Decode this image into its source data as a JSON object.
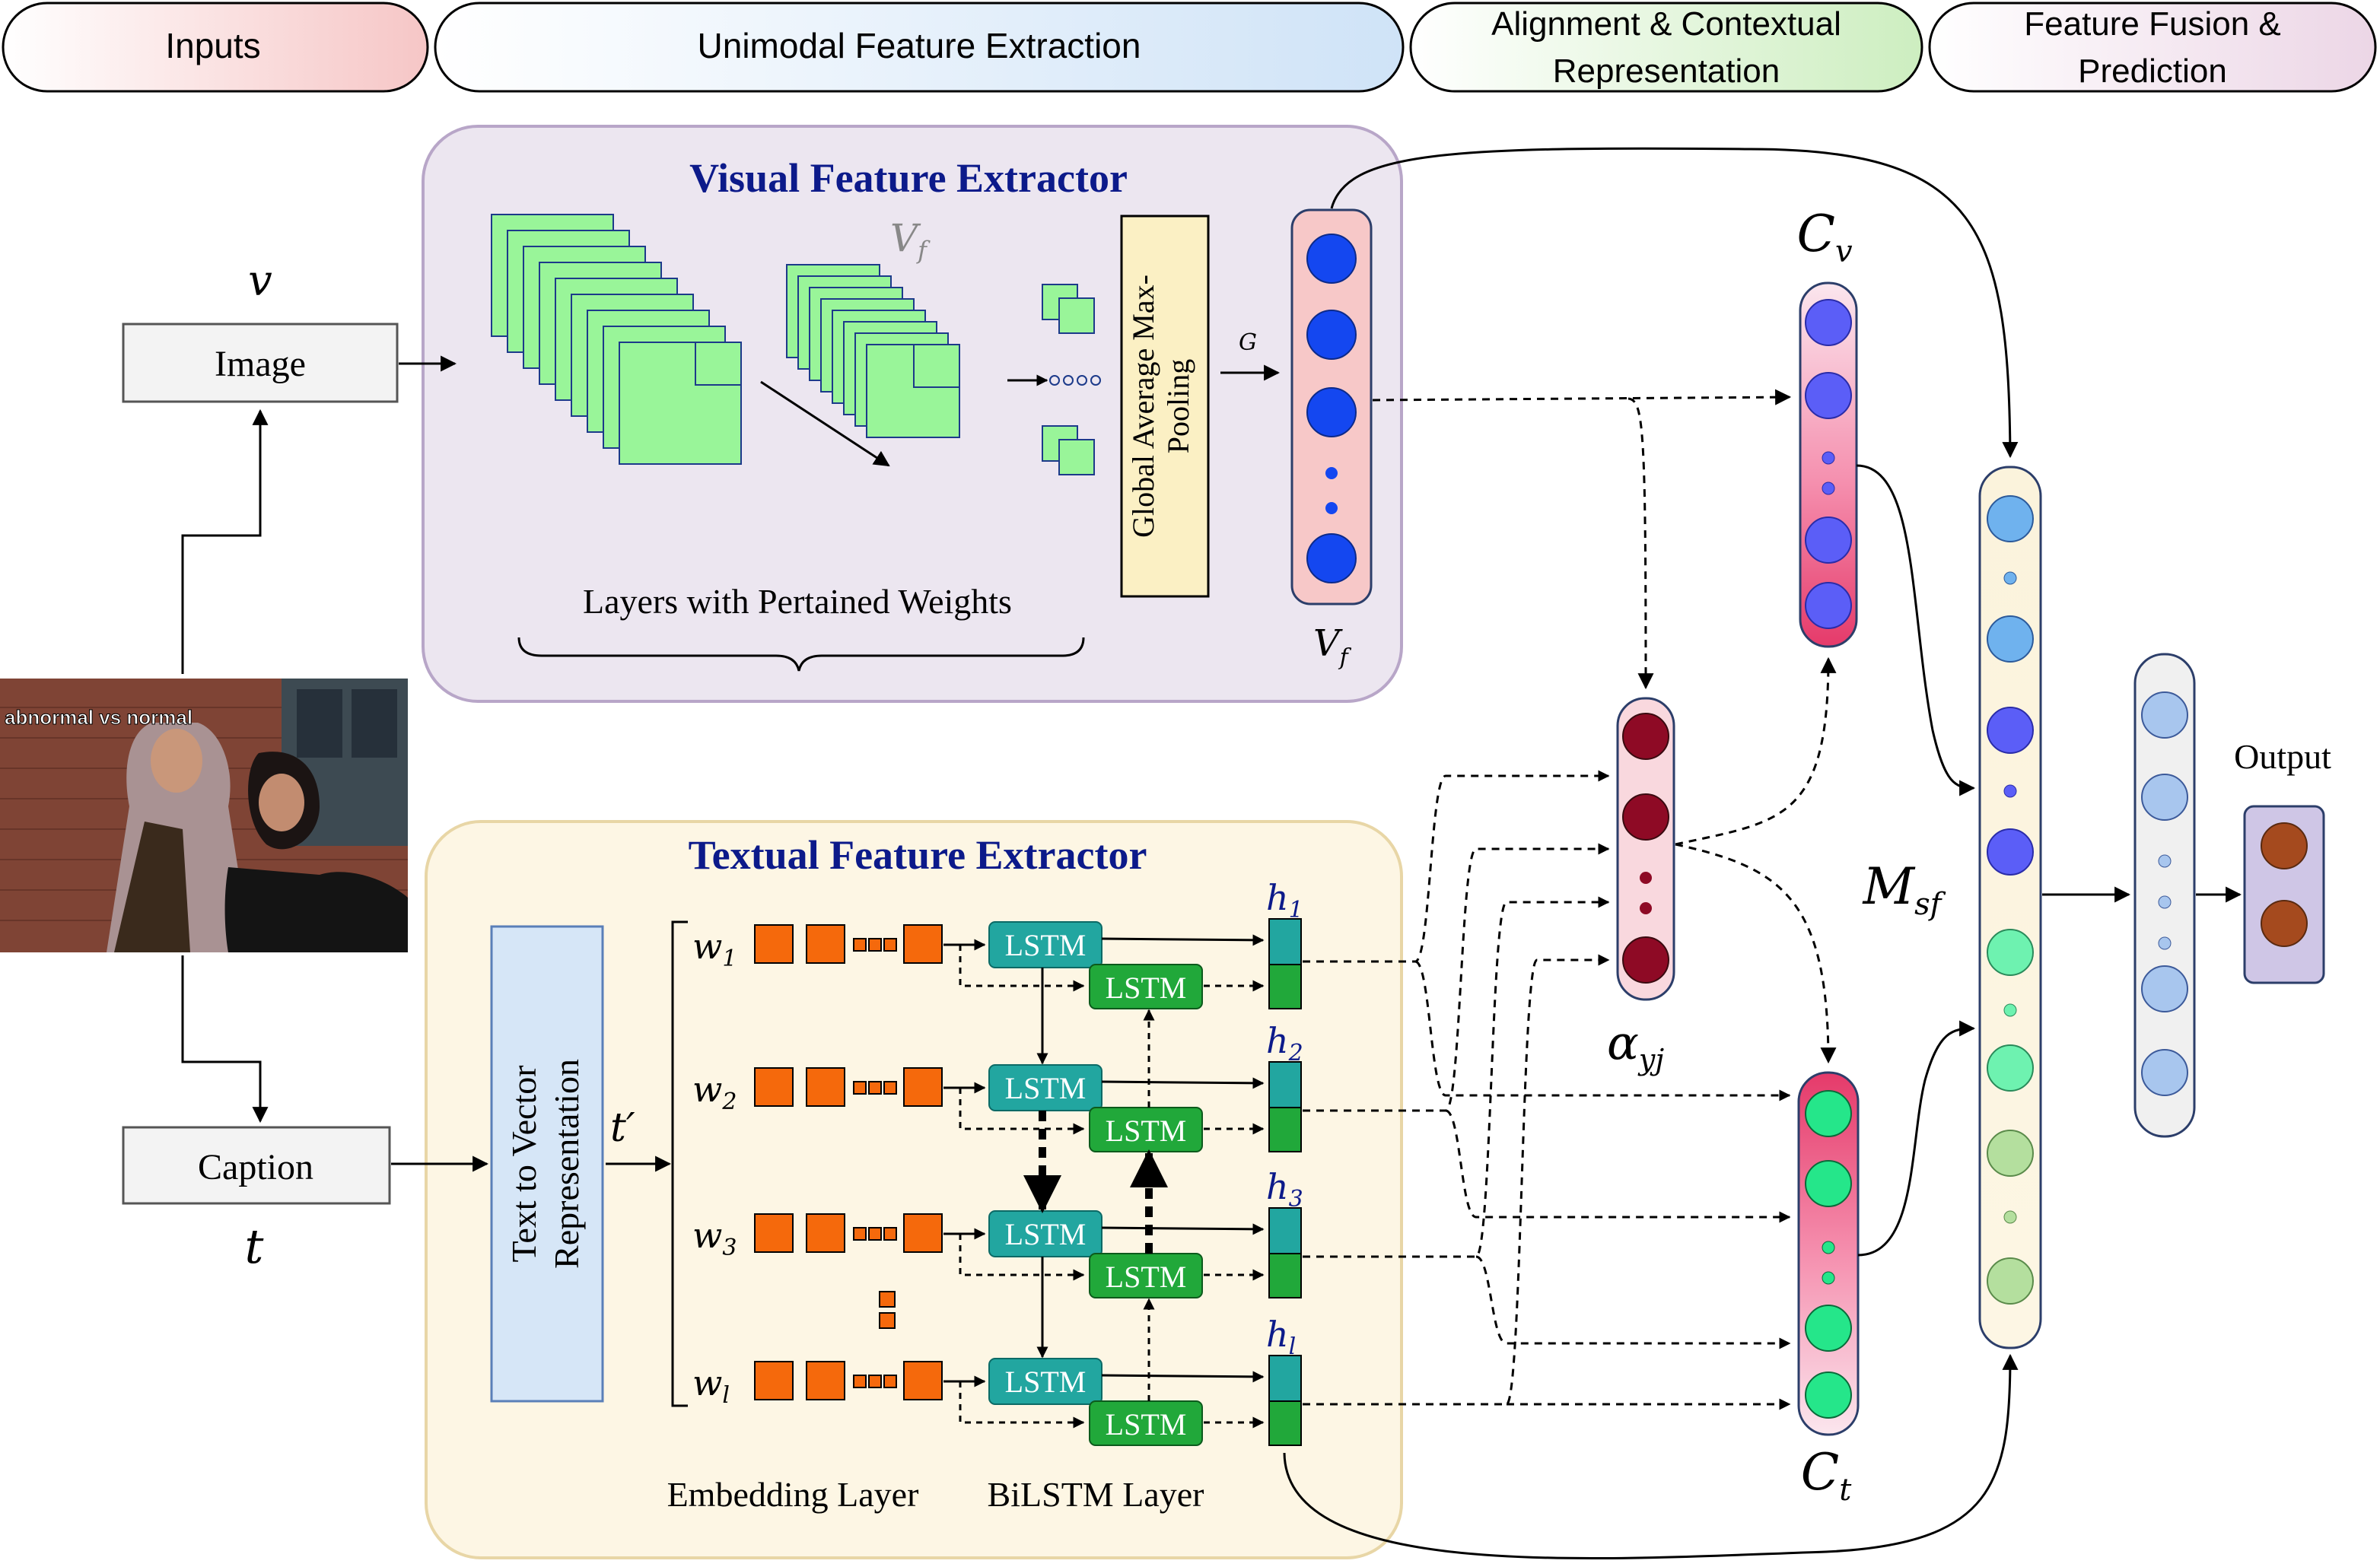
{
  "stages": {
    "inputs": "Inputs",
    "unimodal": "Unimodal Feature Extraction",
    "alignment_line1": "Alignment & Contextual",
    "alignment_line2": "Representation",
    "fusion_line1": "Feature Fusion &",
    "fusion_line2": "Prediction"
  },
  "colors": {
    "inputs_stage": "#f6c6c6",
    "unimodal_stage": "#cfe3f7",
    "alignment_stage": "#cdeec0",
    "fusion_stage": "#ecd6e6",
    "visual_panel": "#ece6f0",
    "textual_panel": "#fdf6e4",
    "feature_map": "#99f599",
    "embedding": "#f5690c",
    "lstm_forward": "#22a6a0",
    "lstm_backward": "#21a83a",
    "pooling": "#fbf0c4",
    "text_to_vector": "#d6e6f7",
    "cv_node": "#5b5ef7",
    "ct_node": "#25e68a",
    "alpha_node": "#8e0a25",
    "vf_node": "#1447f0",
    "output_node": "#a54a1e"
  },
  "inputs": {
    "image_symbol": "v",
    "image_label": "Image",
    "caption_label": "Caption",
    "caption_symbol": "t",
    "meme_text": "abnormal vs normal"
  },
  "visual": {
    "title": "Visual Feature Extractor",
    "vf_top": "V",
    "vf_top_sub": "f",
    "pooling_label_line1": "Global Average Max-",
    "pooling_label_line2": "Pooling",
    "g_label": "G",
    "pretrained_label": "Layers with Pertained Weights",
    "vf_bottom": "V",
    "vf_bottom_sub": "f"
  },
  "textual": {
    "title": "Textual Feature Extractor",
    "text_to_vector_line1": "Text to Vector",
    "text_to_vector_line2": "Representation",
    "t_prime": "t′",
    "embedding_label": "Embedding Layer",
    "bilstm_label": "BiLSTM Layer",
    "lstm_label": "LSTM",
    "words": [
      {
        "w": "w",
        "sub": "1"
      },
      {
        "w": "w",
        "sub": "2"
      },
      {
        "w": "w",
        "sub": "3"
      },
      {
        "w": "w",
        "sub": "l"
      }
    ],
    "hidden": [
      {
        "h": "h",
        "sub": "1"
      },
      {
        "h": "h",
        "sub": "2"
      },
      {
        "h": "h",
        "sub": "3"
      },
      {
        "h": "h",
        "sub": "l"
      }
    ]
  },
  "alignment": {
    "cv": "C",
    "cv_sub": "v",
    "alpha": "α",
    "alpha_sub": "yj",
    "ct": "C",
    "ct_sub": "t"
  },
  "fusion": {
    "msf": "M",
    "msf_sub": "sf",
    "output_label": "Output"
  }
}
